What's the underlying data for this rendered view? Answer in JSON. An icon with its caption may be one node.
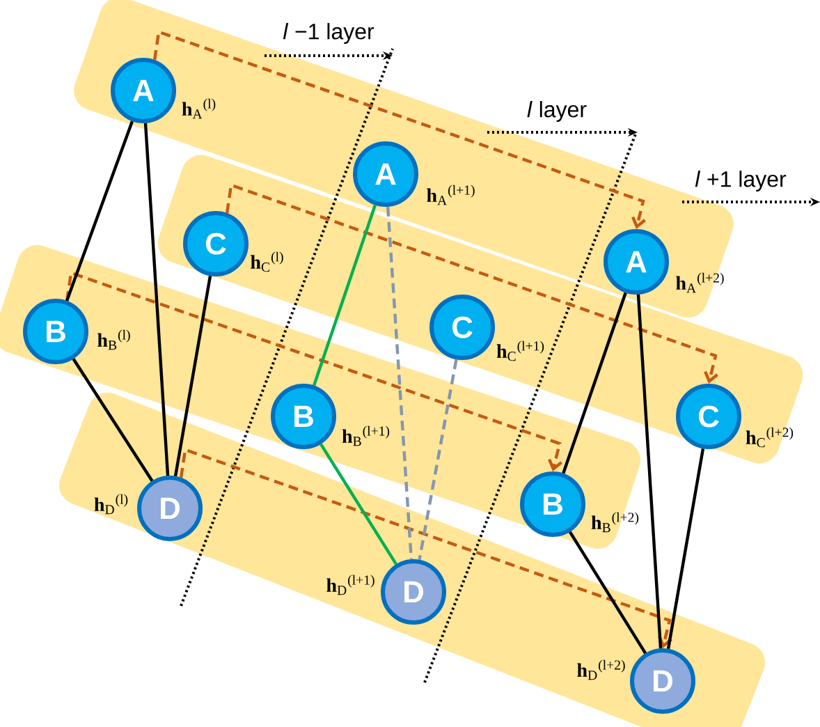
{
  "diagram": {
    "nodes": [
      {
        "text": [],
        "shape": "band"
      },
      {
        "text": [],
        "shape": "band"
      },
      {
        "text": [],
        "shape": "band"
      },
      {
        "text": [],
        "shape": "band"
      },
      {
        "text": [
          "A"
        ],
        "in": 0,
        "beside": [
          "**h**$_{A}$$^{(l)}$"
        ]
      },
      {
        "text": [
          "C"
        ],
        "in": 1,
        "beside": [
          "**h**$_{C}$$^{(l)}$"
        ]
      },
      {
        "text": [
          "B"
        ],
        "in": 2,
        "beside": [
          "**h**$_{B}$$^{(l)}$"
        ]
      },
      {
        "text": [
          "D"
        ],
        "in": 3,
        "beside": [
          "**h**$_{D}$$^{(l)}$"
        ]
      },
      {
        "text": [
          "A"
        ],
        "in": 0,
        "beside": [
          "**h**$_{A}$$^{(l+1)}$"
        ]
      },
      {
        "text": [
          "C"
        ],
        "in": 1,
        "beside": [
          "**h**$_{C}$$^{(l+1)}$"
        ]
      },
      {
        "text": [
          "B"
        ],
        "in": 2,
        "beside": [
          "**h**$_{B}$$^{(l+1)}$"
        ]
      },
      {
        "text": [
          "D"
        ],
        "in": 3,
        "beside": [
          "**h**$_{D}$$^{(l+1)}$"
        ]
      },
      {
        "text": [
          "A"
        ],
        "in": 0,
        "beside": [
          "**h**$_{A}$$^{(l+2)}$"
        ]
      },
      {
        "text": [
          "C"
        ],
        "in": 1,
        "beside": [
          "**h**$_{C}$$^{(l+2)}$"
        ]
      },
      {
        "text": [
          "B"
        ],
        "in": 2,
        "beside": [
          "**h**$_{B}$$^{(l+2)}$"
        ]
      },
      {
        "text": [
          "D"
        ],
        "in": 3,
        "beside": [
          "**h**$_{D}$$^{(l+2)}$"
        ]
      }
    ],
    "edges": [
      {
        "from": 4,
        "to": 12,
        "arrow": "to",
        "style": "dashed",
        "color": "#c55a11"
      },
      {
        "from": 5,
        "to": 13,
        "arrow": "to",
        "style": "dashed",
        "color": "#c55a11"
      },
      {
        "from": 6,
        "to": 14,
        "arrow": "to",
        "style": "dashed",
        "color": "#c55a11"
      },
      {
        "from": 7,
        "to": 15,
        "arrow": "to",
        "style": "dashed",
        "color": "#c55a11"
      },
      {
        "from": 4,
        "to": 6,
        "arrow": "none"
      },
      {
        "from": 4,
        "to": 7,
        "arrow": "none"
      },
      {
        "from": 5,
        "to": 7,
        "arrow": "none"
      },
      {
        "from": 6,
        "to": 7,
        "arrow": "none"
      },
      {
        "from": 8,
        "to": 10,
        "arrow": "none",
        "color": "#00b050"
      },
      {
        "from": 10,
        "to": 11,
        "arrow": "none",
        "color": "#00b050"
      },
      {
        "from": 8,
        "to": 11,
        "arrow": "none",
        "style": "dashed",
        "color": "#8497b0"
      },
      {
        "from": 9,
        "to": 11,
        "arrow": "none",
        "style": "dashed",
        "color": "#8497b0"
      },
      {
        "from": 12,
        "to": 14,
        "arrow": "none"
      },
      {
        "from": 12,
        "to": 15,
        "arrow": "none"
      },
      {
        "from": 13,
        "to": 15,
        "arrow": "none"
      },
      {
        "from": 14,
        "to": 15,
        "arrow": "none"
      }
    ],
    "labels": [
      "*l* −1 layer",
      "*l* layer",
      "*l* +1 layer"
    ]
  }
}
